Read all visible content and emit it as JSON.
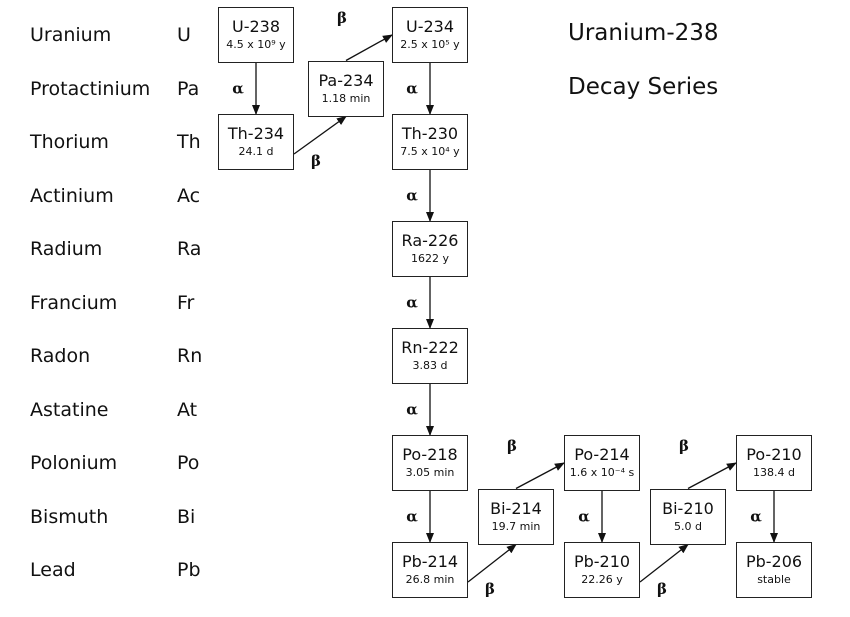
{
  "title": {
    "line1": "Uranium-238",
    "line2": "Decay Series"
  },
  "elements": [
    {
      "name": "Uranium",
      "symbol": "U"
    },
    {
      "name": "Protactinium",
      "symbol": "Pa"
    },
    {
      "name": "Thorium",
      "symbol": "Th"
    },
    {
      "name": "Actinium",
      "symbol": "Ac"
    },
    {
      "name": "Radium",
      "symbol": "Ra"
    },
    {
      "name": "Francium",
      "symbol": "Fr"
    },
    {
      "name": "Radon",
      "symbol": "Rn"
    },
    {
      "name": "Astatine",
      "symbol": "At"
    },
    {
      "name": "Polonium",
      "symbol": "Po"
    },
    {
      "name": "Bismuth",
      "symbol": "Bi"
    },
    {
      "name": "Lead",
      "symbol": "Pb"
    }
  ],
  "nuclides": [
    {
      "id": "U-238",
      "half_life": "4.5 x 10⁹ y",
      "element": "U",
      "col": 0
    },
    {
      "id": "Th-234",
      "half_life": "24.1 d",
      "element": "Th",
      "col": 0
    },
    {
      "id": "Pa-234",
      "half_life": "1.18 min",
      "element": "Pa",
      "col": 1
    },
    {
      "id": "U-234",
      "half_life": "2.5 x 10⁵ y",
      "element": "U",
      "col": 2
    },
    {
      "id": "Th-230",
      "half_life": "7.5 x 10⁴ y",
      "element": "Th",
      "col": 2
    },
    {
      "id": "Ra-226",
      "half_life": "1622 y",
      "element": "Ra",
      "col": 2
    },
    {
      "id": "Rn-222",
      "half_life": "3.83 d",
      "element": "Rn",
      "col": 2
    },
    {
      "id": "Po-218",
      "half_life": "3.05 min",
      "element": "Po",
      "col": 2
    },
    {
      "id": "Pb-214",
      "half_life": "26.8 min",
      "element": "Pb",
      "col": 2
    },
    {
      "id": "Bi-214",
      "half_life": "19.7 min",
      "element": "Bi",
      "col": 3
    },
    {
      "id": "Po-214",
      "half_life": "1.6 x 10⁻⁴ s",
      "element": "Po",
      "col": 4
    },
    {
      "id": "Pb-210",
      "half_life": "22.26 y",
      "element": "Pb",
      "col": 4
    },
    {
      "id": "Bi-210",
      "half_life": "5.0 d",
      "element": "Bi",
      "col": 5
    },
    {
      "id": "Po-210",
      "half_life": "138.4 d",
      "element": "Po",
      "col": 6
    },
    {
      "id": "Pb-206",
      "half_life": "stable",
      "element": "Pb",
      "col": 6
    }
  ],
  "decays": [
    {
      "from": "U-238",
      "to": "Th-234",
      "type": "α"
    },
    {
      "from": "Th-234",
      "to": "Pa-234",
      "type": "β"
    },
    {
      "from": "Pa-234",
      "to": "U-234",
      "type": "β"
    },
    {
      "from": "U-234",
      "to": "Th-230",
      "type": "α"
    },
    {
      "from": "Th-230",
      "to": "Ra-226",
      "type": "α"
    },
    {
      "from": "Ra-226",
      "to": "Rn-222",
      "type": "α"
    },
    {
      "from": "Rn-222",
      "to": "Po-218",
      "type": "α"
    },
    {
      "from": "Po-218",
      "to": "Pb-214",
      "type": "α"
    },
    {
      "from": "Pb-214",
      "to": "Bi-214",
      "type": "β"
    },
    {
      "from": "Bi-214",
      "to": "Po-214",
      "type": "β"
    },
    {
      "from": "Po-214",
      "to": "Pb-210",
      "type": "α"
    },
    {
      "from": "Pb-210",
      "to": "Bi-210",
      "type": "β"
    },
    {
      "from": "Bi-210",
      "to": "Po-210",
      "type": "β"
    },
    {
      "from": "Po-210",
      "to": "Pb-206",
      "type": "α"
    }
  ]
}
